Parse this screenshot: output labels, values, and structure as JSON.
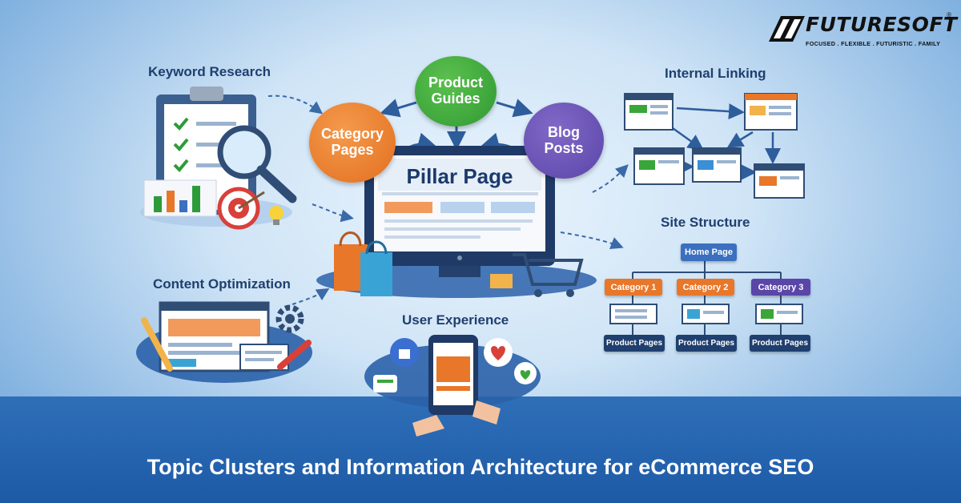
{
  "brand": {
    "name": "FUTURESOFT",
    "registered": "®",
    "tagline": "FOCUSED . FLEXIBLE . FUTURISTIC . FAMILY"
  },
  "sections": {
    "keyword_research": "Keyword Research",
    "internal_linking": "Internal Linking",
    "site_structure": "Site Structure",
    "content_optimization": "Content Optimization",
    "user_experience": "User Experience"
  },
  "bubbles": {
    "category_pages": "Category Pages",
    "product_guides": "Product Guides",
    "blog_posts": "Blog Posts"
  },
  "pillar": {
    "title": "Pillar Page"
  },
  "site_tree": {
    "home": "Home Page",
    "categories": [
      "Category 1",
      "Category 2",
      "Category 3"
    ],
    "product_pages": [
      "Product Pages",
      "Product Pages",
      "Product Pages"
    ]
  },
  "footer": {
    "title": "Topic Clusters and Information Architecture for eCommerce SEO"
  },
  "colors": {
    "orange": "#e8772a",
    "green": "#3aa63a",
    "purple": "#6a53b3",
    "navy": "#1f3f6e",
    "footer_bg": "#2163ad"
  },
  "icons": [
    "clipboard-icon",
    "magnifier-icon",
    "target-icon",
    "lightbulb-icon",
    "monitor-icon",
    "shopping-bag-icon",
    "shopping-cart-icon",
    "gear-icon",
    "pencil-icon",
    "smartphone-icon",
    "thumbs-up-icon",
    "heart-icon",
    "chat-icon"
  ]
}
